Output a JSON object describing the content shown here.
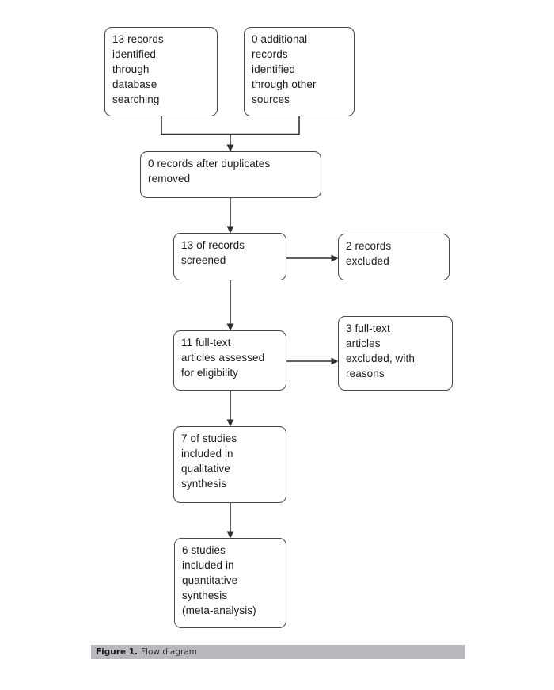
{
  "figure": {
    "caption_prefix": "Figure 1.",
    "caption_text": "Flow diagram"
  },
  "diagram": {
    "type": "prisma-flow",
    "nodes": [
      {
        "id": "records-identified-database",
        "label": "13 records\nidentified\nthrough\ndatabase\nsearching"
      },
      {
        "id": "additional-records-other-sources",
        "label": "0 additional\nrecords\nidentified\nthrough other\nsources"
      },
      {
        "id": "records-after-duplicates-removed",
        "label": "0 records after duplicates\nremoved"
      },
      {
        "id": "records-screened",
        "label": "13 of records\nscreened"
      },
      {
        "id": "records-excluded",
        "label": "2 records\nexcluded"
      },
      {
        "id": "fulltext-assessed",
        "label": "11 full-text\narticles assessed\nfor eligibility"
      },
      {
        "id": "fulltext-excluded",
        "label": "3 full-text\narticles\nexcluded, with\nreasons"
      },
      {
        "id": "qualitative-synthesis",
        "label": "7 of studies\nincluded in\nqualitative\nsynthesis"
      },
      {
        "id": "quantitative-synthesis",
        "label": "6 studies\nincluded in\nquantitative\nsynthesis\n(meta-analysis)"
      }
    ],
    "edges": [
      {
        "from": "records-identified-database",
        "to": "records-after-duplicates-removed"
      },
      {
        "from": "additional-records-other-sources",
        "to": "records-after-duplicates-removed"
      },
      {
        "from": "records-after-duplicates-removed",
        "to": "records-screened"
      },
      {
        "from": "records-screened",
        "to": "records-excluded"
      },
      {
        "from": "records-screened",
        "to": "fulltext-assessed"
      },
      {
        "from": "fulltext-assessed",
        "to": "fulltext-excluded"
      },
      {
        "from": "fulltext-assessed",
        "to": "qualitative-synthesis"
      },
      {
        "from": "qualitative-synthesis",
        "to": "quantitative-synthesis"
      }
    ]
  },
  "colors": {
    "box_border": "#484848",
    "box_fill": "#ffffff",
    "text": "#1a1a1a",
    "line": "#2e2e2e",
    "caption_bar": "#b7b9bd",
    "caption_text": "#2a2a2a"
  }
}
